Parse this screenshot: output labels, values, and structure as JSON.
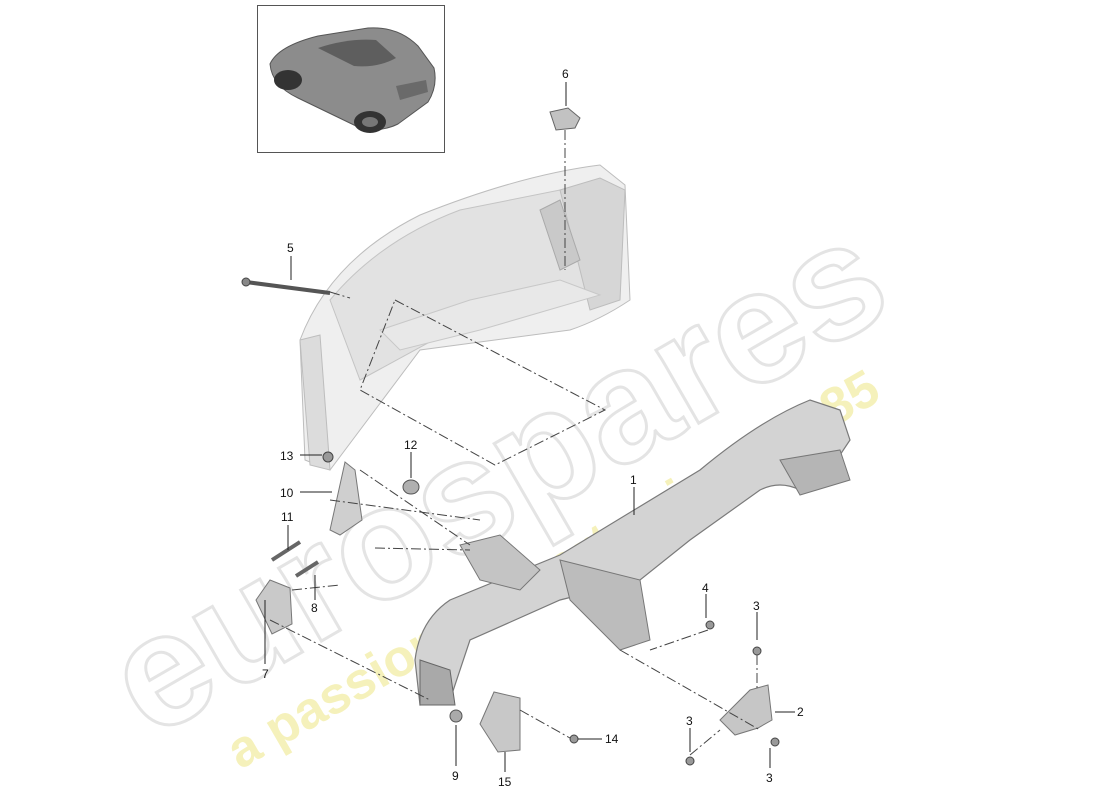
{
  "watermark": {
    "brand": "eurospares",
    "tagline": "a passion for parts since 1985"
  },
  "callouts": {
    "c1": "1",
    "c2": "2",
    "c3a": "3",
    "c3b": "3",
    "c3c": "3",
    "c4": "4",
    "c5": "5",
    "c6": "6",
    "c7": "7",
    "c8": "8",
    "c9": "9",
    "c10": "10",
    "c11": "11",
    "c12": "12",
    "c13": "13",
    "c14": "14",
    "c15": "15"
  },
  "colors": {
    "part_fill": "#d8d8d8",
    "part_dark": "#8a8a8a",
    "body_fill": "#ececec",
    "watermark_grey": "#e6e6e6",
    "watermark_yellow": "#f4efb0"
  }
}
